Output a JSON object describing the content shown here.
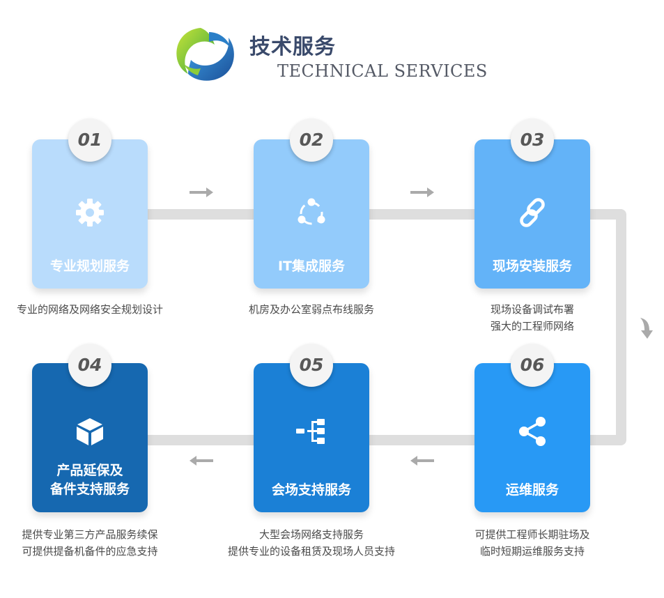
{
  "header": {
    "title_cn": "技术服务",
    "title_en": "TECHNICAL SERVICES",
    "logo_icon": "swirl-logo-icon"
  },
  "colors": {
    "title": "#3a4a6b",
    "track": "#dedede",
    "arrow": "#aaaaaa",
    "card_01": "#b9dcfc",
    "card_02": "#93cbfb",
    "card_03": "#63b3f8",
    "card_04": "#1668b0",
    "card_05": "#1b80d6",
    "card_06": "#2899f5"
  },
  "steps": [
    {
      "number": "01",
      "label_lines": [
        "专业规划服务"
      ],
      "icon": "gear-icon",
      "desc_lines": [
        "专业的网络及网络安全规划设计"
      ]
    },
    {
      "number": "02",
      "label_lines": [
        "IT集成服务"
      ],
      "icon": "circle-nodes-icon",
      "desc_lines": [
        "机房及办公室弱点布线服务"
      ]
    },
    {
      "number": "03",
      "label_lines": [
        "现场安装服务"
      ],
      "icon": "chain-link-icon",
      "desc_lines": [
        "现场设备调试布署",
        "强大的工程师网络"
      ]
    },
    {
      "number": "04",
      "label_lines": [
        "产品延保及",
        "备件支持服务"
      ],
      "icon": "cube-icon",
      "desc_lines": [
        "提供专业第三方产品服务续保",
        "可提供提备机备件的应急支持"
      ]
    },
    {
      "number": "05",
      "label_lines": [
        "会场支持服务"
      ],
      "icon": "tree-nodes-icon",
      "desc_lines": [
        "大型会场网络支持服务",
        "提供专业的设备租赁及现场人员支持"
      ]
    },
    {
      "number": "06",
      "label_lines": [
        "运维服务"
      ],
      "icon": "share-icon",
      "desc_lines": [
        "可提供工程师长期驻场及",
        "临时短期运维服务支持"
      ]
    }
  ]
}
